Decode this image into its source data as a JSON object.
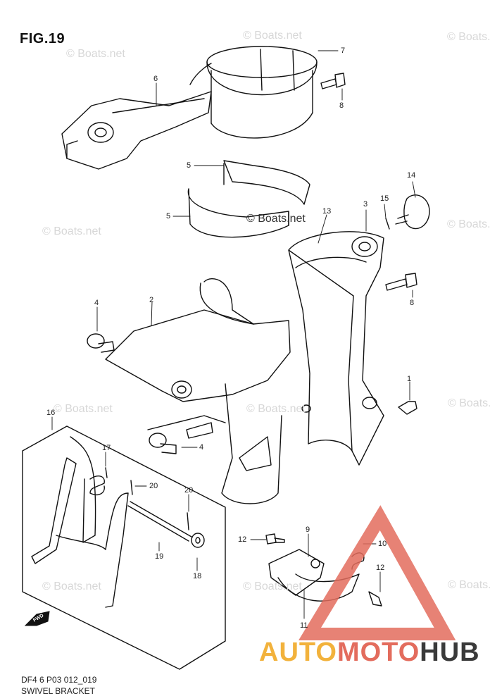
{
  "figure": {
    "title": "FIG.19"
  },
  "footer": {
    "code": "DF4 6 P03 012_019",
    "name": "SWIVEL BRACKET"
  },
  "watermark": {
    "text": "© Boats.net"
  },
  "brand": {
    "part1": "AUTO",
    "part2": "MOTO",
    "part3": "HUB",
    "colors": [
      "#f2b23c",
      "#e36c5d",
      "#3a3a3a"
    ]
  },
  "fwd_label": "FWD",
  "callouts": {
    "c7": "7",
    "c8a": "8",
    "c6": "6",
    "c5a": "5",
    "c5b": "5",
    "c14": "14",
    "c15": "15",
    "c3": "3",
    "c13": "13",
    "c8b": "8",
    "c4a": "4",
    "c2": "2",
    "c1": "1",
    "c16": "16",
    "c4b": "4",
    "c17": "17",
    "c20a": "20",
    "c20b": "20",
    "c19": "19",
    "c18": "18",
    "c12a": "12",
    "c9": "9",
    "c10": "10",
    "c12b": "12",
    "c11": "11"
  }
}
